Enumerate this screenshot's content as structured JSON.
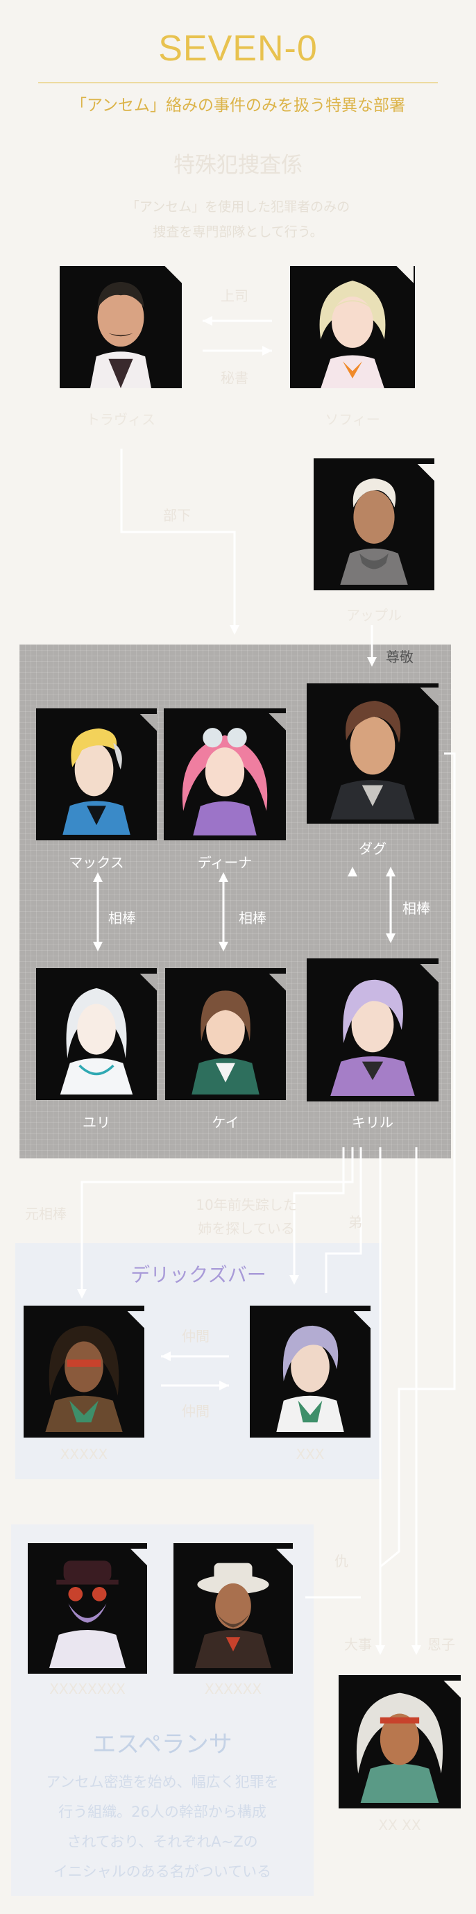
{
  "header": {
    "title": "SEVEN-0",
    "subtitle": "「アンセム」絡みの事件のみを扱う特異な部署"
  },
  "section": {
    "name": "特殊犯捜査係",
    "desc_line1": "「アンセム」を使用した犯罪者のみの",
    "desc_line2": "捜査を専門部隊として行う。"
  },
  "characters": {
    "travis": "トラヴィス",
    "sophie": "ソフィー",
    "apple": "アップル",
    "max": "マックス",
    "dina": "ディーナ",
    "dag": "ダグ",
    "yuri": "ユリ",
    "kei": "ケイ",
    "kiril": "キリル",
    "esperanza_leader": "XX XX",
    "derrick_left": "XXXXX",
    "derrick_right": "XXX",
    "esperanza_left1": "XXXXXXXX",
    "esperanza_left2": "XXXXXX"
  },
  "relations": {
    "boss": "上司",
    "secretary": "秘書",
    "subordinate": "部下",
    "respect": "尊敬",
    "partner1": "相棒",
    "partner2": "相棒",
    "partner3": "相棒",
    "former_partner": "元相棒",
    "searching_line1": "10年前失踪した",
    "searching_line2": "姉を探している",
    "brother": "弟",
    "enemy": "仇",
    "target": "大事",
    "foster": "恩子",
    "derrick_rel1": "仲間",
    "derrick_rel2": "仲間"
  },
  "groups": {
    "derrick": "デリックズバー",
    "esperanza": "エスペランサ",
    "esperanza_desc": [
      "アンセム密造を始め、幅広く犯罪を",
      "行う組織。26人の幹部から構成",
      "されており、それぞれA~Zの",
      "イニシャルのある名がついている"
    ]
  },
  "colors": {
    "title_gold": "#e8c24f",
    "subtitle_gold": "#dcb44a",
    "panel_gray": "#b0aeac",
    "derrick_purple": "#a89ad8",
    "esperanza_blue": "#c4d2e6",
    "portrait_black": "#0c0c0c"
  }
}
